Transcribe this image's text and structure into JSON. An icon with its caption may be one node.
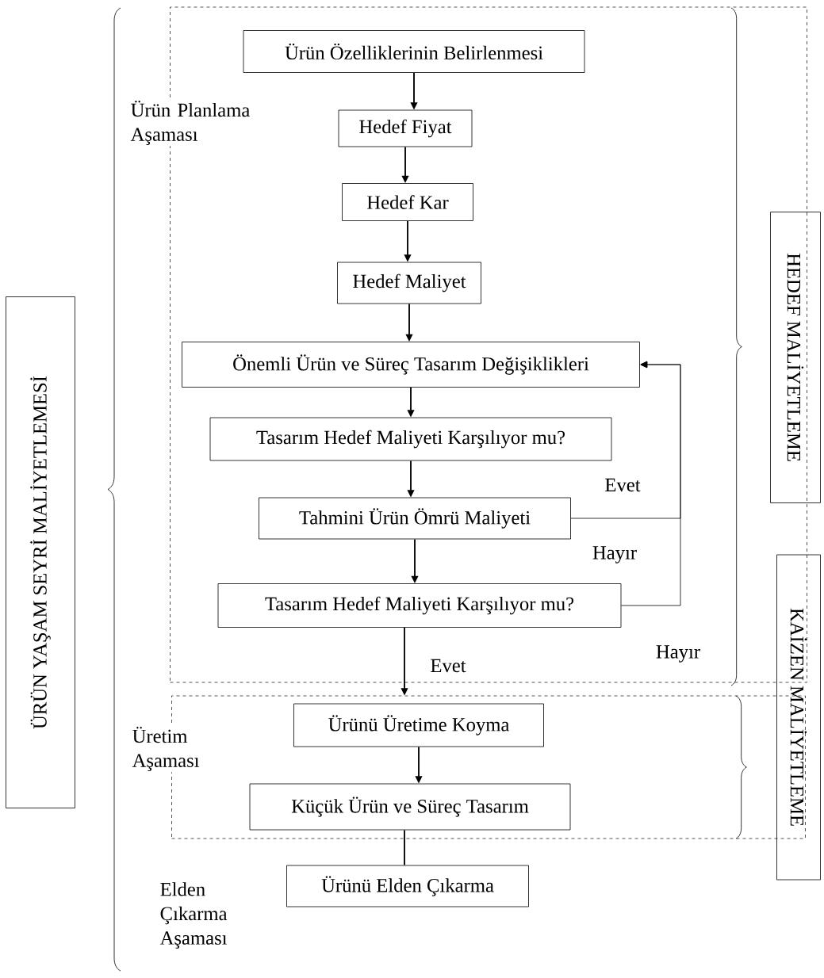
{
  "diagram": {
    "nodes": [
      {
        "text": [
          "Ürün Planlama Aşaması"
        ]
      },
      {
        "text": [
          "Ürün Özelliklerinin Belirlenmesi"
        ],
        "in": 0
      },
      {
        "text": [
          "Hedef Fiyat"
        ],
        "in": 0
      },
      {
        "text": [
          "Hedef Kar"
        ],
        "in": 0
      },
      {
        "text": [
          "Hedef Maliyet"
        ],
        "in": 0
      },
      {
        "text": [
          "Önemli Ürün ve Süreç Tasarım Değişiklikleri"
        ],
        "in": 0
      },
      {
        "text": [
          "Tasarım Hedef Maliyeti Karşılıyor mu?"
        ],
        "in": 0
      },
      {
        "text": [
          "Tahmini Ürün Ömrü Maliyeti"
        ],
        "in": 0
      },
      {
        "text": [
          "Tasarım Hedef Maliyeti Karşılıyor mu?"
        ],
        "in": 0
      },
      {
        "text": [
          "Üretim Aşaması"
        ]
      },
      {
        "text": [
          "Ürünü Üretime Koyma"
        ],
        "in": 9
      },
      {
        "text": [
          "Küçük Ürün ve Süreç Tasarım"
        ],
        "in": 9
      },
      {
        "text": [
          "Ürünü Elden Çıkarma"
        ]
      },
      {
        "text": [
          "ÜRÜN YAŞAM SEYRİ MALİYETLEMESİ"
        ]
      },
      {
        "text": [
          "HEDEF MALİYETLEME"
        ]
      },
      {
        "text": [
          "KAİZEN MALİYETLEME"
        ]
      }
    ],
    "edges": [
      {
        "from": 1,
        "to": 2,
        "arrow": "to"
      },
      {
        "from": 2,
        "to": 3,
        "arrow": "to"
      },
      {
        "from": 3,
        "to": 4,
        "arrow": "to"
      },
      {
        "from": 4,
        "to": 5,
        "arrow": "to"
      },
      {
        "from": 5,
        "to": 6,
        "arrow": "to"
      },
      {
        "from": 6,
        "to": 7,
        "arrow": "to"
      },
      {
        "from": 7,
        "to": 8,
        "arrow": "to"
      },
      {
        "from": 7,
        "to": 5,
        "arrow": "to",
        "label": "Evet"
      },
      {
        "from": 8,
        "to": 5,
        "arrow": "to",
        "label": "Hayır"
      },
      {
        "from": 8,
        "to": 9,
        "arrow": "to",
        "label": "Evet"
      },
      {
        "from": 10,
        "to": 11,
        "arrow": "to"
      },
      {
        "from": 11,
        "to": 12,
        "arrow": "none"
      }
    ],
    "labels": [
      "Hayır",
      "Elden Çıkarma Aşaması"
    ]
  }
}
